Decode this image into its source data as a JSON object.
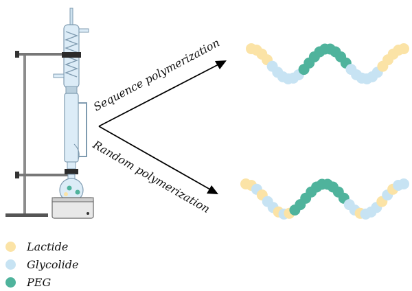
{
  "labels": {
    "sequence": "Sequence polymerization",
    "random": "Random polymerization"
  },
  "colors": {
    "lactide": "#fbe3a6",
    "glycolide": "#c7e3f3",
    "peg": "#4fb39c",
    "peg_dark": "#3ea58d",
    "glass": "#dcecf7",
    "glass_stroke": "#7f9bb0",
    "metal": "#9aa0a6",
    "dark": "#2b2b2b"
  },
  "legend": [
    {
      "label": "Lactide",
      "color_key": "lactide"
    },
    {
      "label": "Glycolide",
      "color_key": "glycolide"
    },
    {
      "label": "PEG",
      "color_key": "peg"
    }
  ],
  "chains": {
    "sequence": "LLLLGGGGGGPPPPPPPPPGGGGGGLLLLL",
    "random": "LLGLGGLGLPPPPPPPPPPGGLGGGLGLGG"
  }
}
